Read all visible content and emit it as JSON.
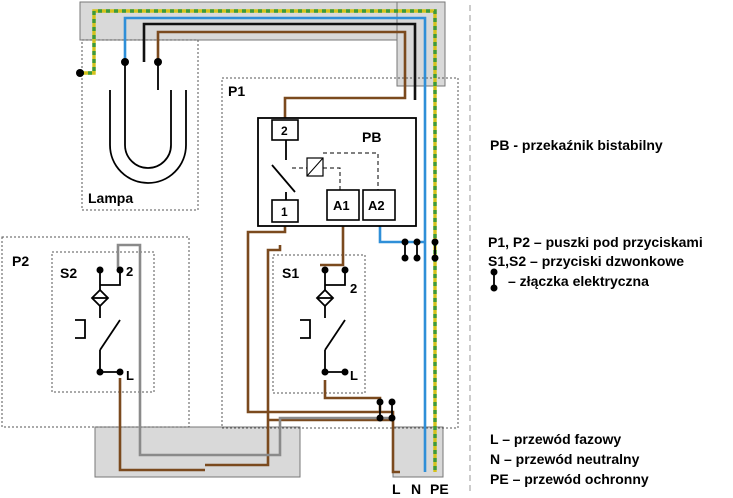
{
  "labels": {
    "lamp": "Lampa",
    "p1": "P1",
    "p2": "P2",
    "s1": "S1",
    "s2": "S2",
    "pb": "PB",
    "terminal_1": "1",
    "terminal_2": "2",
    "terminal_a1": "A1",
    "terminal_a2": "A2",
    "s1_top": "2",
    "s1_bottom": "L",
    "s2_top": "2",
    "s2_bottom": "L",
    "bottom_l": "L",
    "bottom_n": "N",
    "bottom_pe": "PE"
  },
  "legend": {
    "pb": "PB - przekaźnik bistabilny",
    "p1p2": "P1, P2 – puszki pod przyciskami",
    "s1s2": "S1,S2 – przyciski dzwonkowe",
    "connector": "– złączka elektryczna",
    "l": "L – przewód fazowy",
    "n": "N – przewód neutralny",
    "pe": "PE – przewód ochronny"
  },
  "colors": {
    "phase": "#7b4a1e",
    "neutral": "#2f8fd8",
    "protective_yellow": "#d4c21c",
    "protective_green": "#3c9a3c",
    "black_wire": "#111111",
    "gray_wire": "#8a8a8a",
    "conduit": "#d9d9d9"
  },
  "icons": {
    "connector": "connector-icon",
    "lamp": "lamp-icon",
    "switch": "pushbutton-switch-icon",
    "coil": "relay-coil-icon"
  }
}
